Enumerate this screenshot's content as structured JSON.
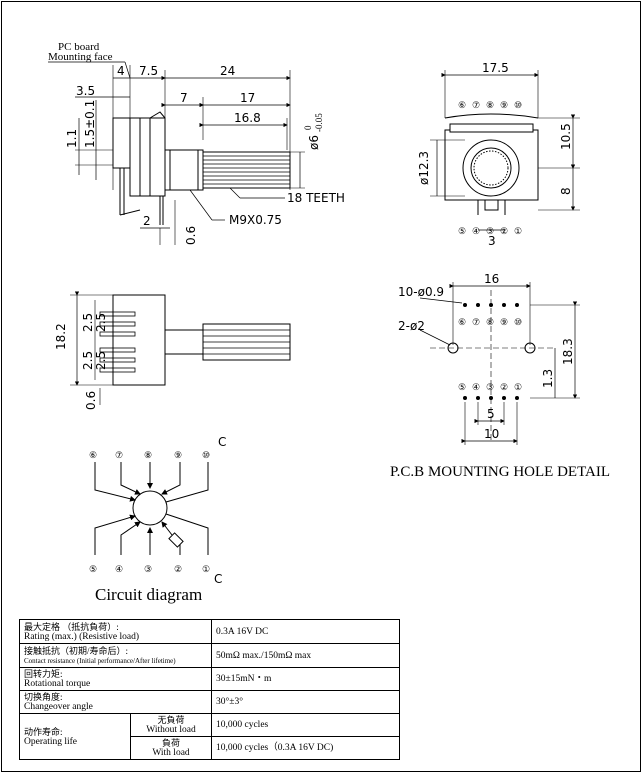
{
  "side_view": {
    "pc_board": "PC board",
    "mounting_face": "Mounting face",
    "dim_4": "4",
    "dim_7_5": "7.5",
    "dim_24": "24",
    "dim_3_5": "3.5",
    "dim_7": "7",
    "dim_17": "17",
    "dim_16_8": "16.8",
    "dim_1_1": "1.1",
    "dim_1_5": "1.5±0.1",
    "dim_shaft": "ø6",
    "dim_shaft_tol_upper": "0",
    "dim_shaft_tol_lower": "-0.05",
    "teeth": "18  TEETH",
    "thread": "M9X0.75",
    "dim_2": "2",
    "dim_0_6": "0.6"
  },
  "front_view": {
    "dim_17_5": "17.5",
    "dim_10_5": "10.5",
    "dim_12_3": "ø12.3",
    "dim_8": "8",
    "dim_3": "3",
    "top_pins": [
      "⑥",
      "⑦",
      "⑧",
      "⑨",
      "⑩"
    ],
    "bottom_pins": [
      "⑤",
      "④",
      "③",
      "②",
      "①"
    ]
  },
  "bottom_view": {
    "dim_18_2": "18.2",
    "dim_2_5_a": "2.5",
    "dim_2_5_b": "2.5",
    "dim_2_5_c": "2.5",
    "dim_2_5_d": "2.5",
    "dim_0_6": "0.6"
  },
  "pcb_detail": {
    "dim_16": "16",
    "holes_small": "10-ø0.9",
    "holes_large": "2-ø2",
    "dim_18_3": "18.3",
    "dim_1_3": "1.3",
    "dim_5": "5",
    "dim_10": "10",
    "top_pins": [
      "⑥",
      "⑦",
      "⑧",
      "⑨",
      "⑩"
    ],
    "bottom_pins": [
      "⑤",
      "④",
      "③",
      "②",
      "①"
    ],
    "caption": "P.C.B MOUNTING  HOLE  DETAIL"
  },
  "circuit": {
    "top_pins": [
      "⑥",
      "⑦",
      "⑧",
      "⑨",
      "⑩"
    ],
    "bottom_pins": [
      "⑤",
      "④",
      "③",
      "②",
      "①"
    ],
    "common_top": "C",
    "common_bottom": "C",
    "caption": "Circuit diagram"
  },
  "specs": {
    "rating_cn": "最大定格 （抵抗負荷）:",
    "rating_en": "Rating (max.) (Resistive load)",
    "rating_val": "0.3A 16V DC",
    "contact_cn": "接触抵抗（初期/寿命后）:",
    "contact_en": "Contact resistance (Initial performance/After lifetime)",
    "contact_val": "50mΩ  max./150mΩ  max",
    "torque_cn": "回转力矩:",
    "torque_en": "Rotational torque",
    "torque_val": "30±15mN・m",
    "change_cn": "切换角度:",
    "change_en": "Changeover angle",
    "change_val": "30°±3°",
    "life_cn": "动作寿命:",
    "life_en": "Operating life",
    "noload_cn": "无負荷",
    "noload_en": "Without load",
    "noload_val": "10,000 cycles",
    "load_cn": "負荷",
    "load_en": "With load",
    "load_val": "10,000 cycles（0.3A 16V DC)"
  }
}
